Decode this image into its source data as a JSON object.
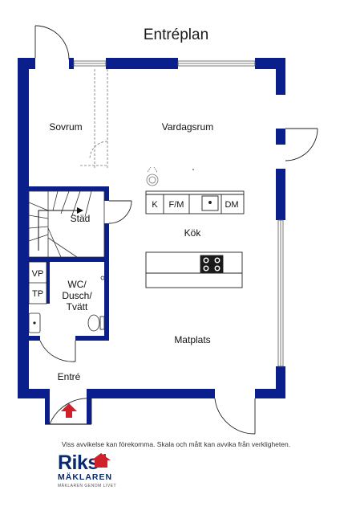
{
  "title": "Entréplan",
  "rooms": {
    "sovrum": "Sovrum",
    "vardagsrum": "Vardagsrum",
    "stad": "Städ",
    "kok": "Kök",
    "wc_line1": "WC/",
    "wc_line2": "Dusch/",
    "wc_line3": "Tvätt",
    "matplats": "Matplats",
    "entre": "Entré"
  },
  "fixtures": {
    "k": "K",
    "fm": "F/M",
    "dm": "DM",
    "vp": "VP",
    "tp": "TP"
  },
  "disclaimer": "Viss avvikelse kan förekomma. Skala och mått kan avvika från verkligheten.",
  "logo": {
    "name": "Riks",
    "subtitle": "MÄKLAREN",
    "tagline": "MÄKLAREN GENOM LIVET",
    "brand_color": "#0a2a6e",
    "accent_color": "#d0202a"
  },
  "colors": {
    "wall": "#0a1e8c",
    "entrance_arrow": "#d0202a"
  },
  "icons": [
    "entrance-arrow-icon",
    "house-logo-icon",
    "stove-icon",
    "sink-icon",
    "toilet-icon"
  ]
}
